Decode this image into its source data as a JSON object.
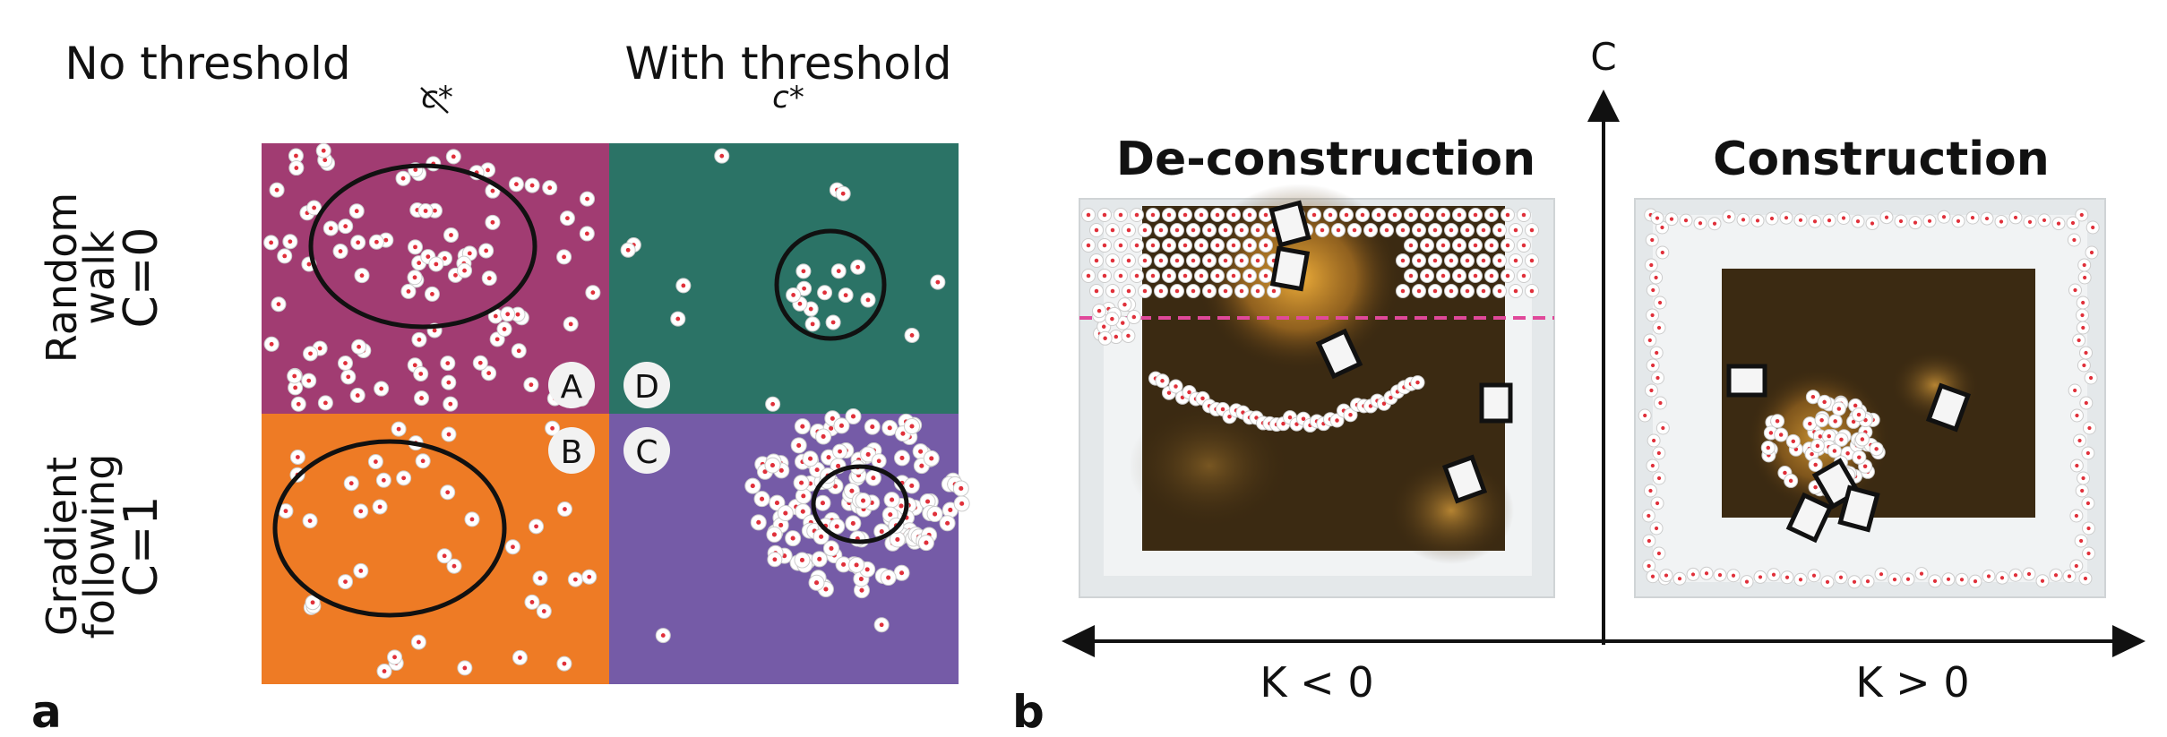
{
  "panel_a": {
    "label": "a",
    "col_headers": [
      {
        "title": "No threshold",
        "symbol": "c*"
      },
      {
        "title": "With threshold",
        "symbol": "c*"
      }
    ],
    "row_headers": [
      {
        "line1": "Random",
        "line2": "walk",
        "line3": "C=0"
      },
      {
        "line1": "Gradient",
        "line2": "following",
        "line3": "C=1"
      }
    ],
    "quadrant_badges": [
      "A",
      "D",
      "B",
      "C"
    ],
    "colors": {
      "A": "#a13c72",
      "D": "#2b7366",
      "B": "#ee7b25",
      "C": "#755ba7"
    }
  },
  "panel_b": {
    "label": "b",
    "y_axis": "C",
    "x_left": "K < 0",
    "x_right": "K > 0",
    "left_title": "De-construction",
    "right_title": "Construction"
  }
}
